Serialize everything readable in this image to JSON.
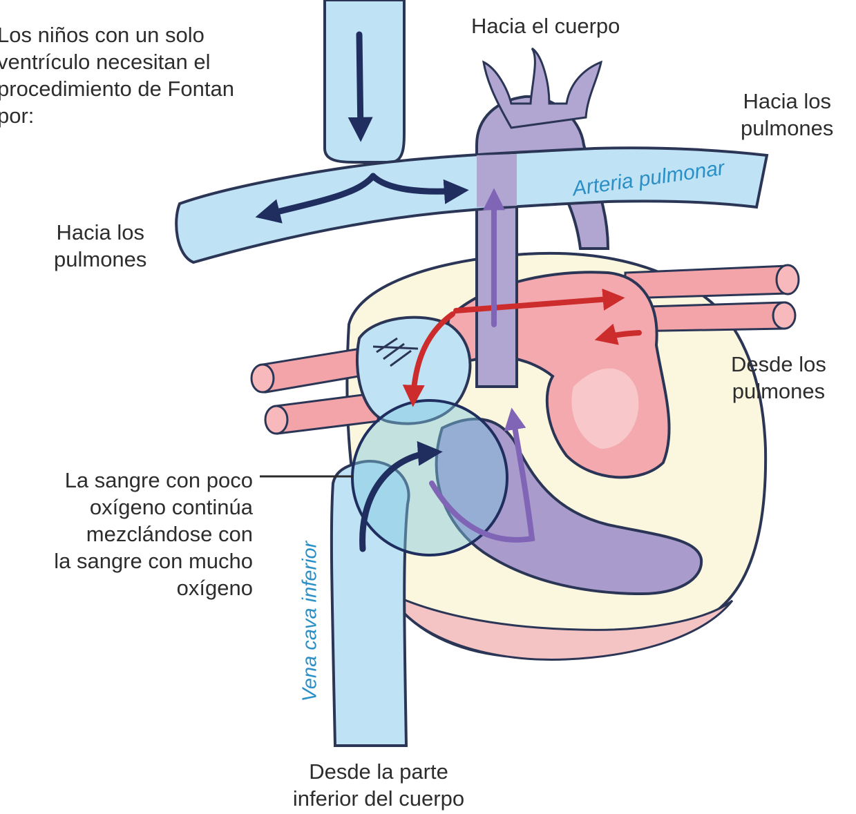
{
  "labels": {
    "intro": "Los niños con un solo\nventrículo necesitan el\nprocedimiento de Fontan\npor:",
    "to_body": "Hacia el cuerpo",
    "to_lungs_right": "Hacia los\npulmones",
    "to_lungs_left": "Hacia los\npulmones",
    "from_lungs": "Desde los\npulmones",
    "mixing_note": "La sangre con poco\noxígeno continúa\nmezclándose con\nla sangre con mucho\noxígeno",
    "pulmonary_artery": "Arteria pulmonar",
    "inferior_vena_cava": "Vena cava inferior",
    "from_lower_body": "Desde la parte\ninferior del cuerpo"
  },
  "colors": {
    "deoxygenated_vessel": "#bfe3f4",
    "deoxygenated_arrow": "#1f2e5e",
    "oxygenated_vessel": "#f2a4a8",
    "oxygenated_arrow": "#cc2c2c",
    "aorta_mixed": "#b1a6d2",
    "mixed_arrow": "#8064b6",
    "heart_fill": "#fbf7df",
    "outline": "#2b3556",
    "label_accent": "#2a8fc6"
  }
}
